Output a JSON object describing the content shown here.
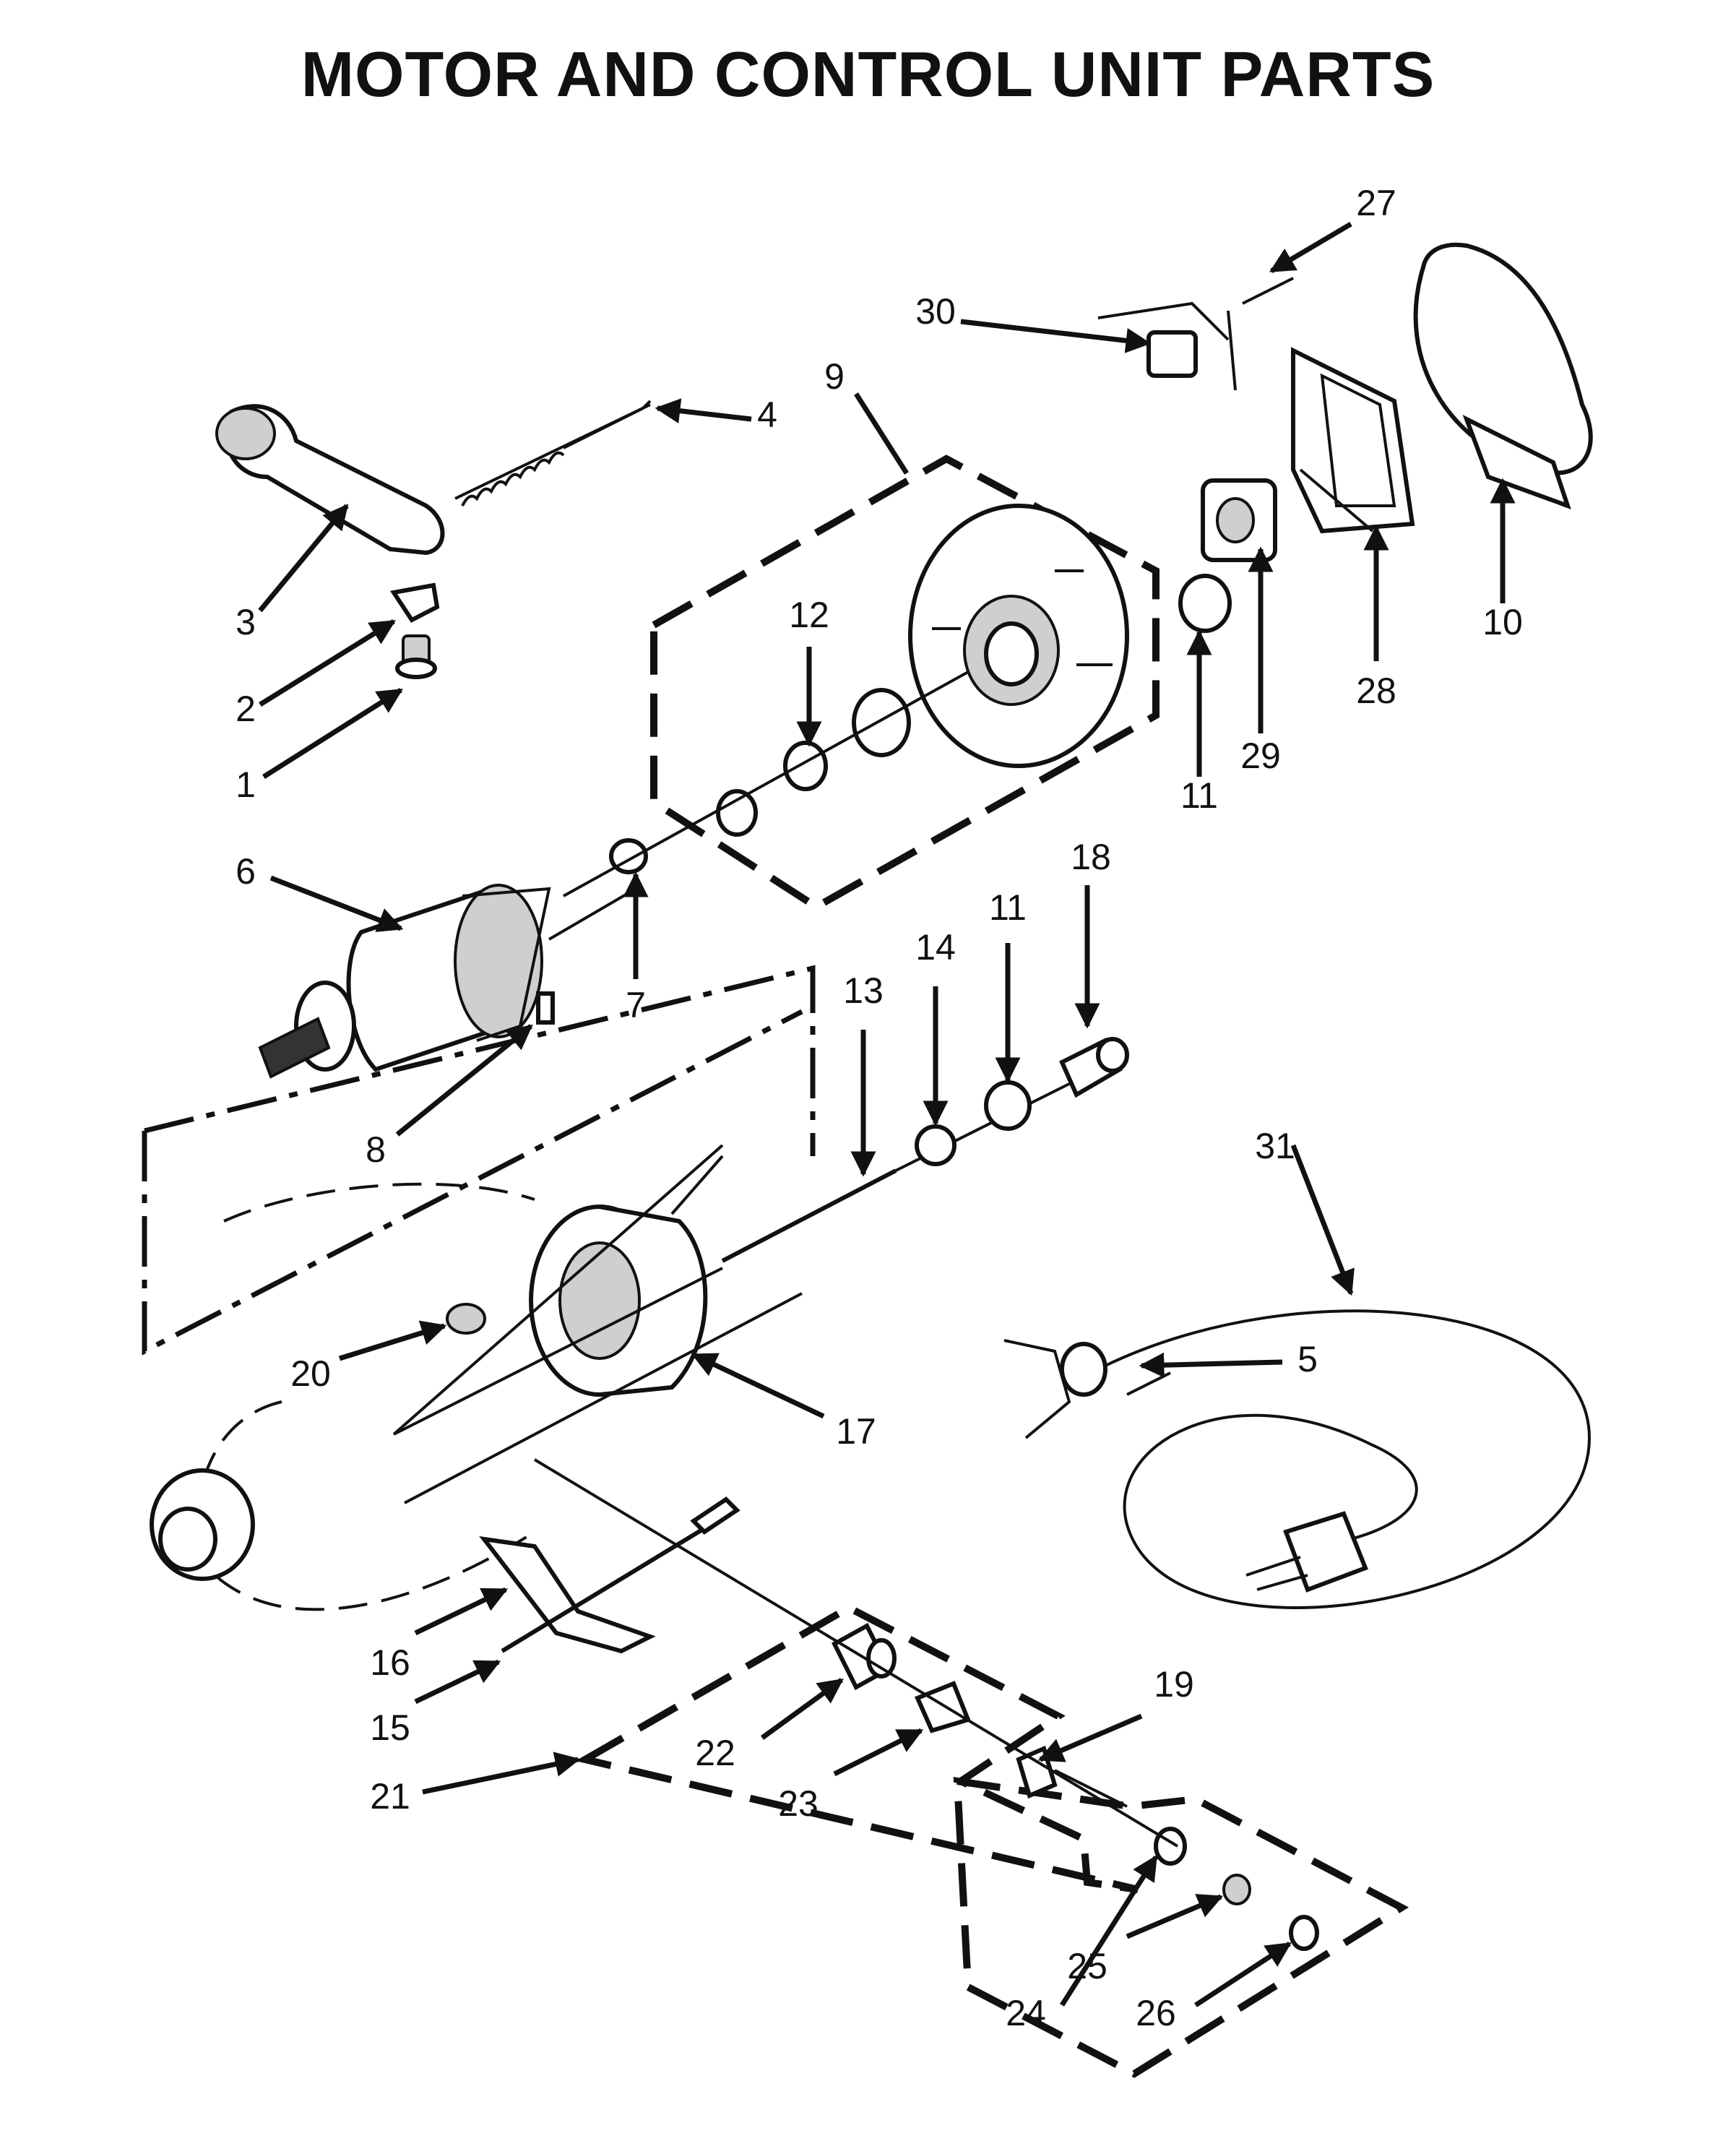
{
  "title": "MOTOR AND CONTROL UNIT PARTS",
  "callouts": [
    {
      "id": "c1",
      "label": "1"
    },
    {
      "id": "c2",
      "label": "2"
    },
    {
      "id": "c3",
      "label": "3"
    },
    {
      "id": "c4",
      "label": "4"
    },
    {
      "id": "c5",
      "label": "5"
    },
    {
      "id": "c6",
      "label": "6"
    },
    {
      "id": "c7",
      "label": "7"
    },
    {
      "id": "c8",
      "label": "8"
    },
    {
      "id": "c9",
      "label": "9"
    },
    {
      "id": "c10",
      "label": "10"
    },
    {
      "id": "c11a",
      "label": "11"
    },
    {
      "id": "c11b",
      "label": "11"
    },
    {
      "id": "c12",
      "label": "12"
    },
    {
      "id": "c13",
      "label": "13"
    },
    {
      "id": "c14",
      "label": "14"
    },
    {
      "id": "c15",
      "label": "15"
    },
    {
      "id": "c16",
      "label": "16"
    },
    {
      "id": "c17",
      "label": "17"
    },
    {
      "id": "c18",
      "label": "18"
    },
    {
      "id": "c19",
      "label": "19"
    },
    {
      "id": "c20",
      "label": "20"
    },
    {
      "id": "c21",
      "label": "21"
    },
    {
      "id": "c22",
      "label": "22"
    },
    {
      "id": "c23",
      "label": "23"
    },
    {
      "id": "c24",
      "label": "24"
    },
    {
      "id": "c25",
      "label": "25"
    },
    {
      "id": "c26",
      "label": "26"
    },
    {
      "id": "c27",
      "label": "27"
    },
    {
      "id": "c28",
      "label": "28"
    },
    {
      "id": "c29",
      "label": "29"
    },
    {
      "id": "c30",
      "label": "30"
    },
    {
      "id": "c31",
      "label": "31"
    }
  ]
}
